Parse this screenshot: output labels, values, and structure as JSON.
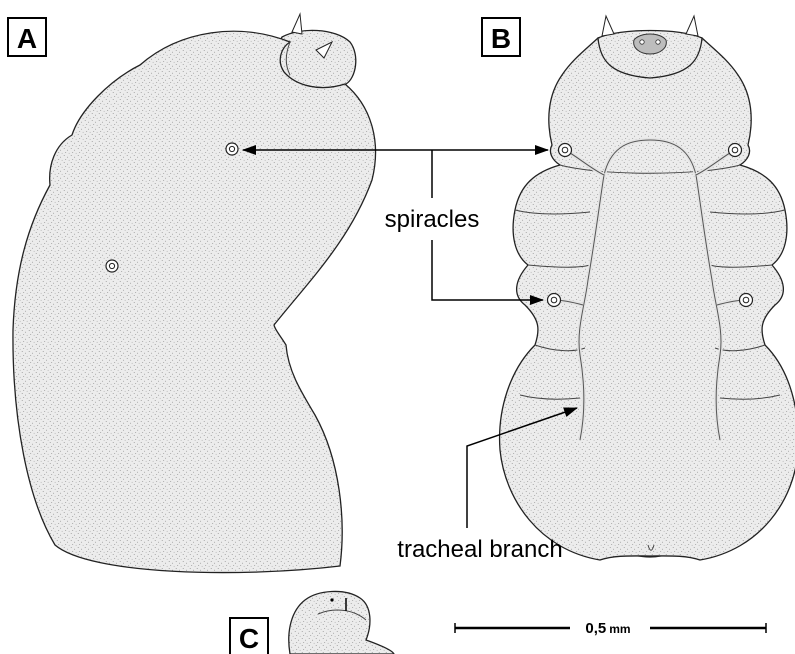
{
  "panels": {
    "a_label": "A",
    "b_label": "B",
    "c_label": "C"
  },
  "labels": {
    "spiracles": "spiracles",
    "tracheal_branch": "tracheal branch"
  },
  "scale_bar": {
    "value": "0,5",
    "unit": "mm"
  }
}
